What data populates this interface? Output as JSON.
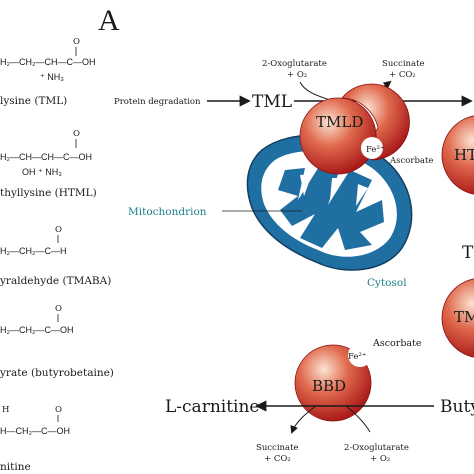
{
  "panel_letter": "A",
  "structures": [
    {
      "formula": "H₂—CH₂—CH—C—OH",
      "sub": "⁺ NH₃",
      "name": "lysine (TML)"
    },
    {
      "formula": "H₂—CH—CH—C—OH",
      "sub": "OH   ⁺ NH₃",
      "name": "thyllysine (HTML)"
    },
    {
      "formula": "H₂—CH₂—C—H",
      "sub": "",
      "name": "yraldehyde (TMABA)"
    },
    {
      "formula": "H₂—CH₂—C—OH",
      "sub": "",
      "name": "yrate (butyrobetaine)"
    },
    {
      "formula": "H—CH₂—C—OH",
      "sub": "",
      "name": "nitine"
    }
  ],
  "pathway": {
    "protein_degradation": "Protein degradation",
    "tml": "TML",
    "oxoglutarate_top": "2-Oxoglutarate",
    "o2_top": "+ O₂",
    "succinate_top": "Succinate",
    "co2_top": "+ CO₂",
    "tmld": "TMLD",
    "fe_top": "Fe²⁺",
    "ascorbate_top": "Ascorbate",
    "html_partial": "HT",
    "t_partial": "T",
    "tm_partial": "TM",
    "mitochondrion": "Mitochondrion",
    "cytosol": "Cytosol",
    "ascorbate_bottom": "Ascorbate",
    "fe_bottom": "Fe²⁺",
    "bbd": "BBD",
    "l_carnitine": "L-carnitine",
    "buty_partial": "Buty",
    "succinate_bottom": "Succinate",
    "co2_bottom": "+ CO₂",
    "oxoglutarate_bottom": "2-Oxoglutarate",
    "o2_bottom": "+ O₂"
  },
  "colors": {
    "enzyme_light": "#f6d2b8",
    "enzyme_dark": "#b8201f",
    "mito_outer": "#1f6fa3",
    "mito_inner": "#ffffff",
    "teal_label": "#1b7f8a"
  }
}
